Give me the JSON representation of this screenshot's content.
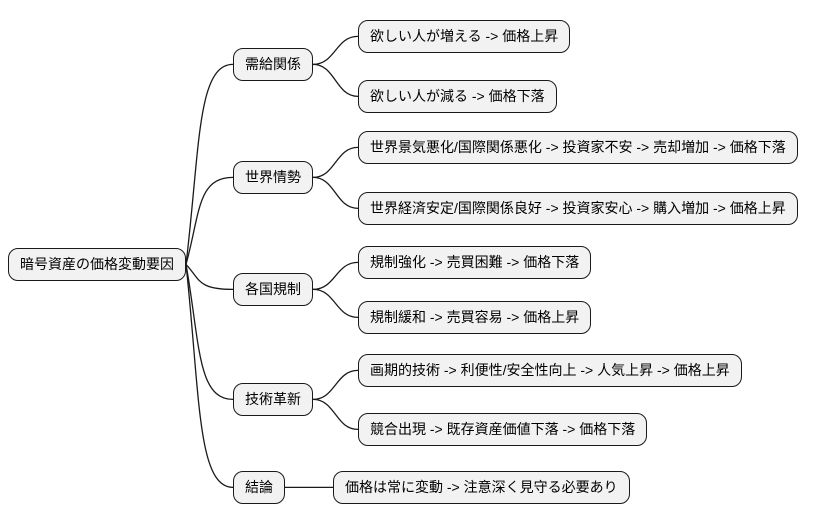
{
  "diagram": {
    "type": "mindmap",
    "colors": {
      "background": "#ffffff",
      "node_fill": "#f2f2f2",
      "node_border": "#1a1a1a",
      "edge": "#1a1a1a",
      "text": "#000000"
    },
    "root": {
      "label": "暗号資産の価格変動要因"
    },
    "branches": [
      {
        "label": "需給関係",
        "children": [
          {
            "label": "欲しい人が増える -> 価格上昇"
          },
          {
            "label": "欲しい人が減る -> 価格下落"
          }
        ]
      },
      {
        "label": "世界情勢",
        "children": [
          {
            "label": "世界景気悪化/国際関係悪化 -> 投資家不安 -> 売却増加 -> 価格下落"
          },
          {
            "label": "世界経済安定/国際関係良好 -> 投資家安心 -> 購入増加 -> 価格上昇"
          }
        ]
      },
      {
        "label": "各国規制",
        "children": [
          {
            "label": "規制強化 -> 売買困難 -> 価格下落"
          },
          {
            "label": "規制緩和 -> 売買容易 -> 価格上昇"
          }
        ]
      },
      {
        "label": "技術革新",
        "children": [
          {
            "label": "画期的技術 -> 利便性/安全性向上 -> 人気上昇 -> 価格上昇"
          },
          {
            "label": "競合出現 -> 既存資産価値下落 -> 価格下落"
          }
        ]
      },
      {
        "label": "結論",
        "children": [
          {
            "label": "価格は常に変動 -> 注意深く見守る必要あり"
          }
        ]
      }
    ]
  }
}
